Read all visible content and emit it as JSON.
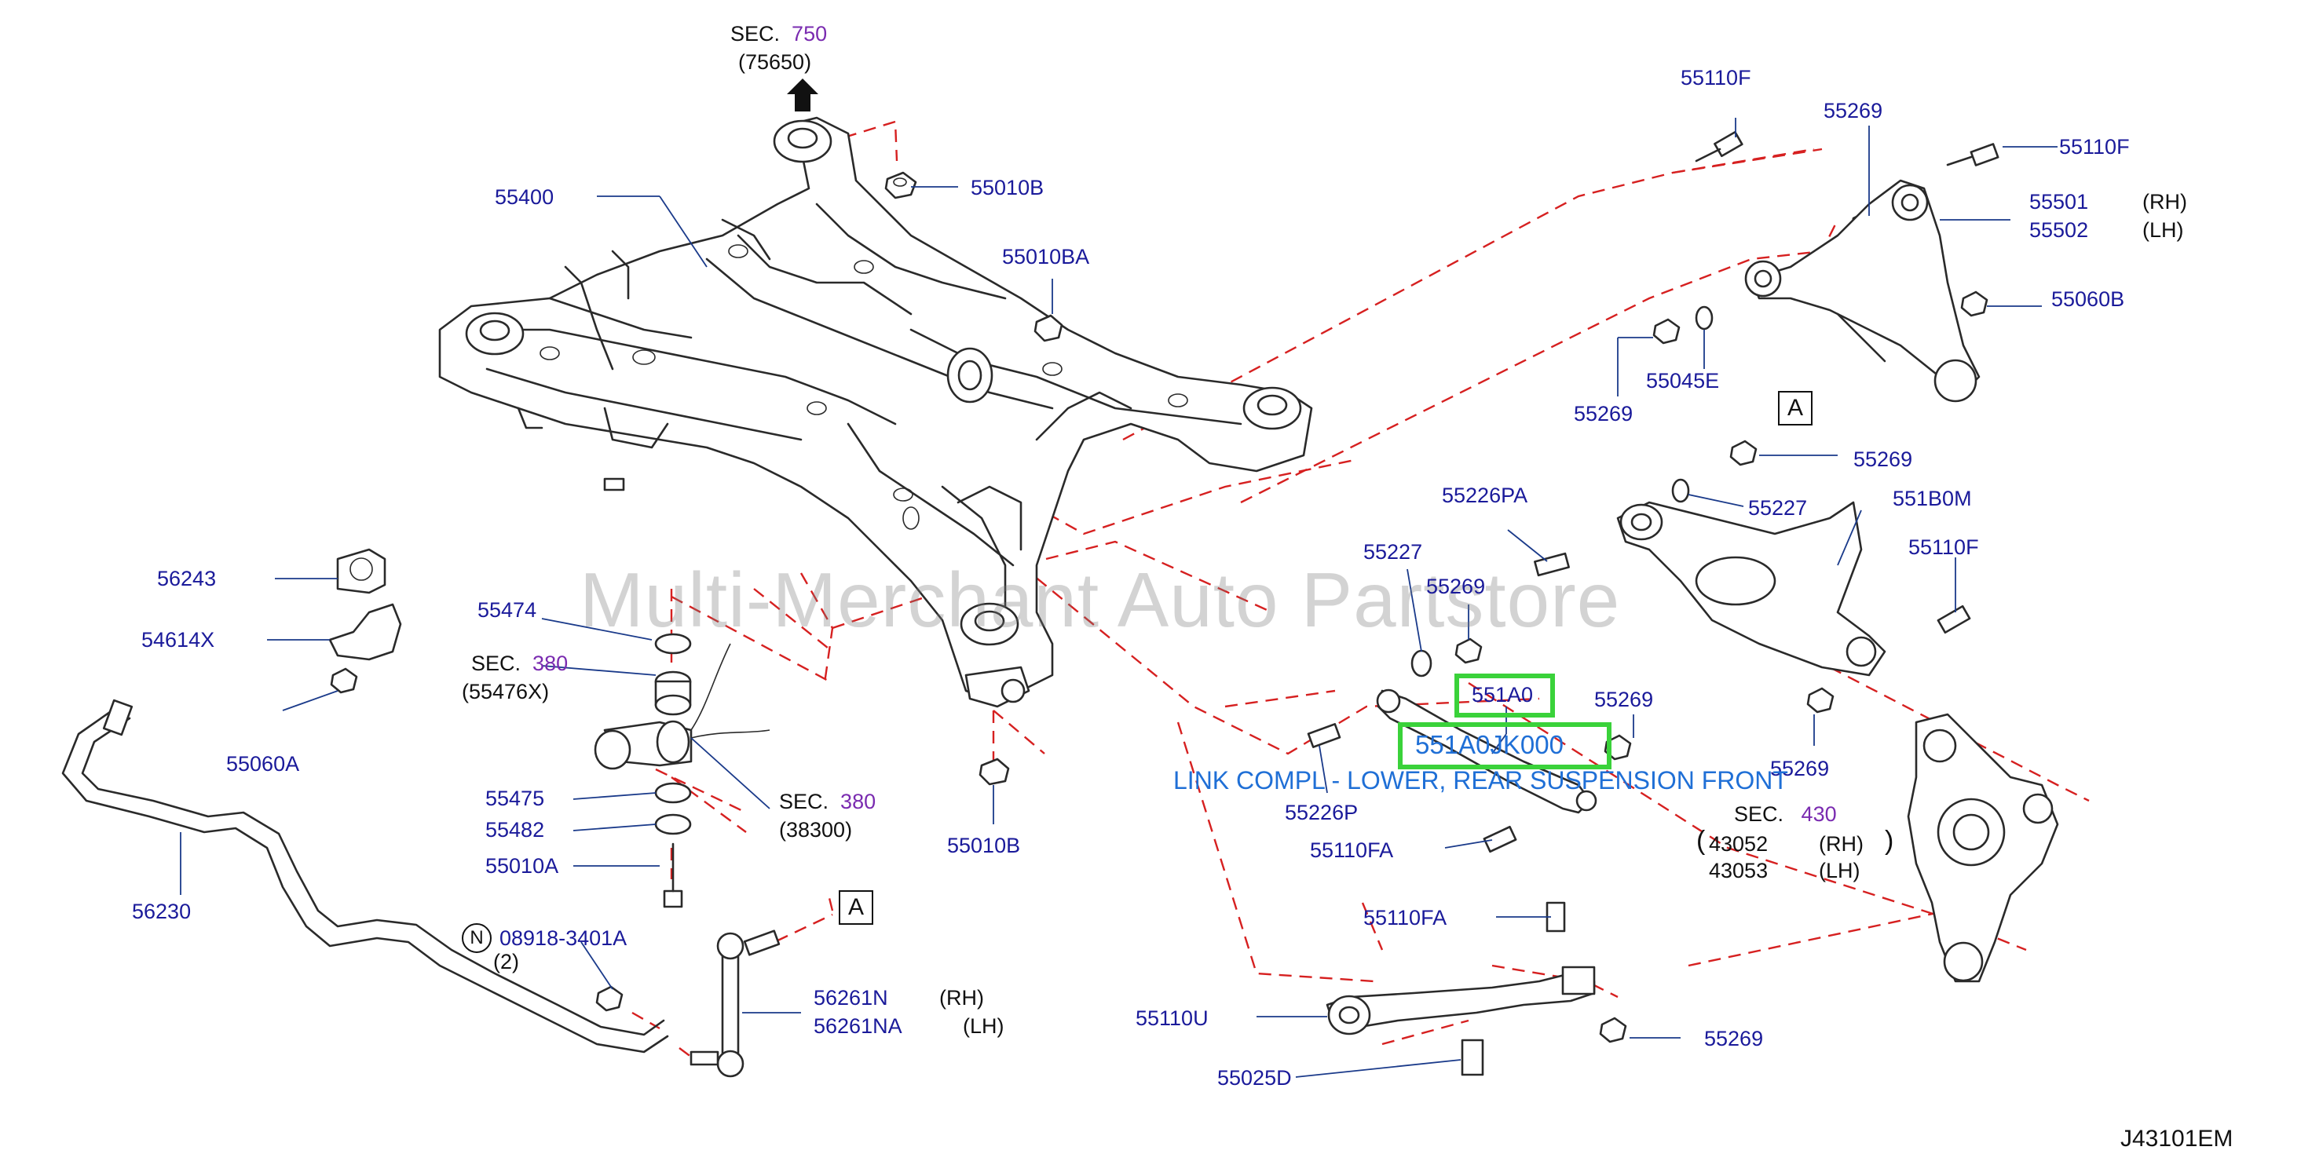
{
  "diagram_code": "J43101EM",
  "watermark": "Multi-Merchant Auto Partstore",
  "highlight": {
    "short_code": "551A0",
    "part_number": "551A0JK000",
    "description": "LINK COMPL - LOWER, REAR SUSPENSION FRONT",
    "color": "#3ad23a"
  },
  "colors": {
    "part_number": "#1a1a9a",
    "section_number": "#7a2bb0",
    "leader_line": "#d62020",
    "caption": "#1f6fd6"
  },
  "section_refs": {
    "top": {
      "prefix": "SEC.",
      "num": "750",
      "sub": "(75650)"
    },
    "mid": {
      "prefix": "SEC.",
      "num": "380",
      "sub": "(55476X)"
    },
    "low": {
      "prefix": "SEC.",
      "num": "380",
      "sub": "(38300)"
    },
    "right": {
      "prefix": "SEC.",
      "num": "430"
    }
  },
  "ref_box_label": "A",
  "note_symbol": "N",
  "parts": {
    "p55400": "55400",
    "p55010B_top": "55010B",
    "p55010BA": "55010BA",
    "p55010B_bot": "55010B",
    "p55110F_a": "55110F",
    "p55269_a": "55269",
    "p55110F_b": "55110F",
    "p55501": "55501",
    "p55502": "55502",
    "p55060B": "55060B",
    "p55269_b": "55269",
    "p55045E": "55045E",
    "p55269_c": "55269",
    "p55226PA": "55226PA",
    "p55227_a": "55227",
    "p551B0M": "551B0M",
    "p55110F_c": "55110F",
    "p55227_b": "55227",
    "p55269_d": "55269",
    "p55269_e": "55269",
    "p55269_f": "55269",
    "p55226P": "55226P",
    "p55110FA_a": "55110FA",
    "p43052": "43052",
    "p43053": "43053",
    "p55110FA_b": "55110FA",
    "p55110U": "55110U",
    "p55269_g": "55269",
    "p55025D": "55025D",
    "p56243": "56243",
    "p54614X": "54614X",
    "p55060A": "55060A",
    "p55474": "55474",
    "p55475": "55475",
    "p55482": "55482",
    "p55010A": "55010A",
    "p56230": "56230",
    "p08918": "08918-3401A",
    "p08918_qty": "(2)",
    "p56261N": "56261N",
    "p56261NA": "56261NA"
  },
  "sides": {
    "rh": "(RH)",
    "lh": "(LH)"
  }
}
